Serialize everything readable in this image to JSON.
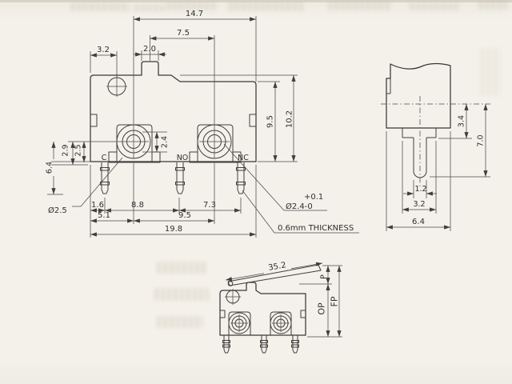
{
  "front_view": {
    "terminal_labels": {
      "c": "C",
      "no": "NO",
      "nc": "NC"
    },
    "dims": {
      "overall_width_top": "14.7",
      "plunger_to_terminal": "7.5",
      "plunger_width": "2.0",
      "mount_hole_offset": "3.2",
      "height_right_inner": "9.5",
      "height_right_outer": "10.2",
      "rivet_hole_dia": "2.4",
      "terminal_axis_height": "2.5",
      "terminal_base_height": "2.9",
      "terminal_length": "6.4",
      "rivet_dia_callout": "Ø2.5",
      "edge_to_pin1": "1.6",
      "pin1_to_pin2": "8.8",
      "pin2_to_pin3": "7.3",
      "edge_to_rivet1": "5.1",
      "rivet_pitch": "9.5",
      "overall_width_bottom": "19.8",
      "tol_upper": "+0.1",
      "hole_callout": "Ø2.4-0",
      "thickness_note": "0.6mm THICKNESS"
    }
  },
  "side_view": {
    "dims": {
      "axis_to_base": "3.4",
      "axis_to_pin_tip": "7.0",
      "pin_width": "1.2",
      "pin_base_width": "3.2",
      "body_depth": "6.4"
    }
  },
  "lever_view": {
    "dims": {
      "lever_length": "35.2",
      "pretravel": "P",
      "operating_position": "OP",
      "free_position": "FP"
    }
  }
}
